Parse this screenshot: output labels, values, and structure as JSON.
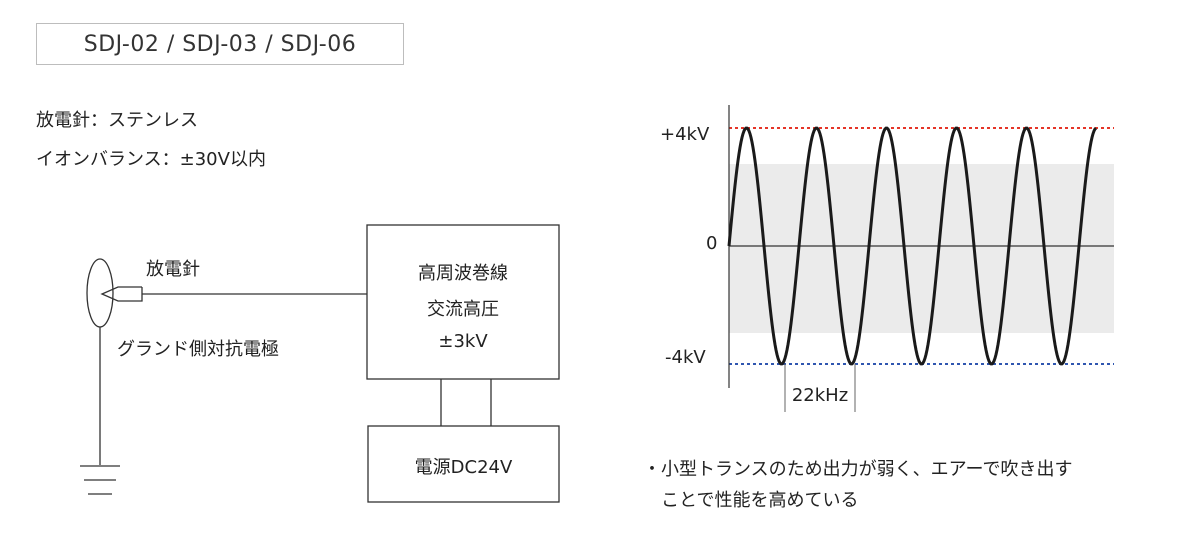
{
  "header": {
    "model_label": "SDJ-02 / SDJ-03 / SDJ-06"
  },
  "specs": [
    "放電針：ステンレス",
    "イオンバランス：±30V以内"
  ],
  "circuit": {
    "needle_label": "放電針",
    "ground_electrode_label": "グランド側対抗電極",
    "transformer_lines": [
      "高周波巻線",
      "交流高圧",
      "±3kV"
    ],
    "power_label": "電源DC24V"
  },
  "waveform": {
    "plus_label": "+4kV",
    "zero_label": "0",
    "minus_label": "-4kV",
    "period_label": "22kHz",
    "colors": {
      "plus_line": "#e53528",
      "minus_line": "#2f56b0",
      "band": "#ebebeb",
      "wave": "#1a1a1a"
    }
  },
  "note": {
    "bullet": "・",
    "lines": [
      "小型トランスのため出力が弱く、エアーで吹き出す",
      "ことで性能を高めている"
    ]
  }
}
